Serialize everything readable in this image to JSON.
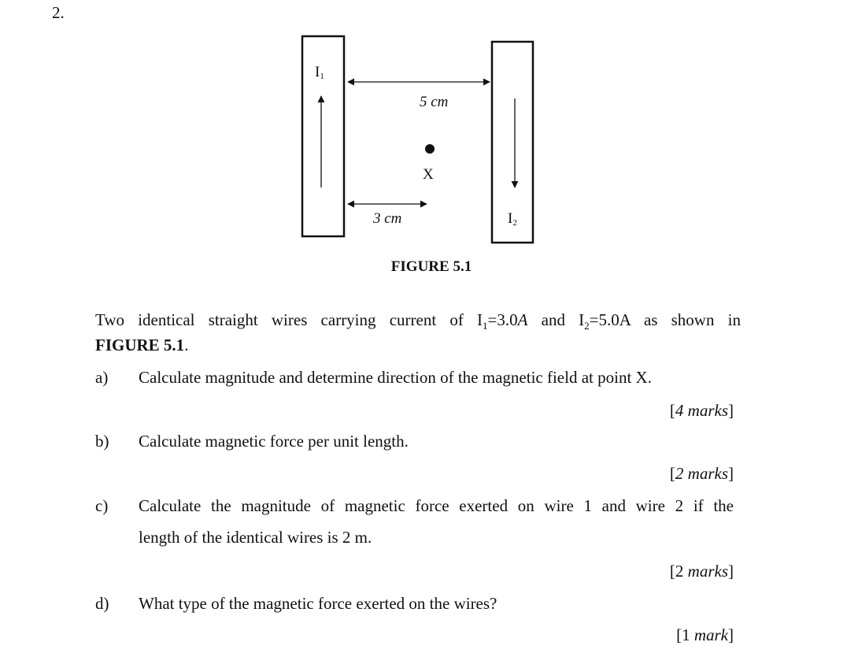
{
  "question": {
    "number": "2."
  },
  "figure": {
    "wire1_label": "I",
    "wire1_sub": "1",
    "wire2_label": "I",
    "wire2_sub": "2",
    "distance_wires": "5 cm",
    "distance_point": "3 cm",
    "point_label": "X",
    "caption": "FIGURE 5.1"
  },
  "intro": {
    "text_start": "Two identical straight wires carrying current of I",
    "sub1": "1",
    "eq1": "=3.0",
    "unit1": "A",
    "mid": " and I",
    "sub2": "2",
    "eq2": "=5.0A",
    "text_end": " as shown in",
    "line2_ref": "FIGURE 5.1",
    "line2_end": "."
  },
  "parts": [
    {
      "label": "a)",
      "text": "Calculate magnitude and determine direction of the magnetic field at point X.",
      "marks_num": "4",
      "marks_word": "marks"
    },
    {
      "label": "b)",
      "text": "Calculate magnetic force per unit length.",
      "marks_num": "2",
      "marks_word": "marks"
    },
    {
      "label": "c)",
      "text": "Calculate the magnitude of magnetic force exerted on wire 1 and wire 2 if the",
      "text2": "length of the identical wires is 2 m.",
      "marks_num": "2",
      "marks_word": "marks"
    },
    {
      "label": "d)",
      "text": "What type of the magnetic force exerted on the wires?",
      "marks_num": "1",
      "marks_word": "mark"
    }
  ]
}
